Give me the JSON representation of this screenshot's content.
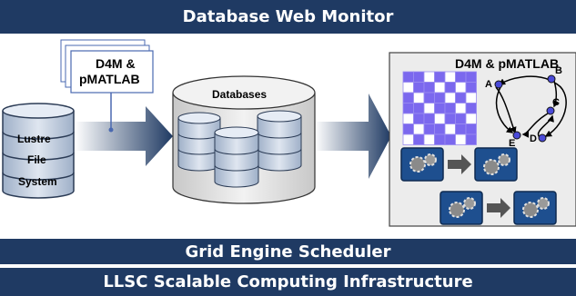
{
  "header": {
    "title": "Database Web Monitor"
  },
  "footer": {
    "scheduler": "Grid Engine Scheduler",
    "infrastructure": "LLSC Scalable Computing Infrastructure"
  },
  "storage": {
    "lines": [
      "Lustre",
      "File",
      "System"
    ]
  },
  "tools": {
    "line1": "D4M &",
    "line2": "pMATLAB"
  },
  "databases": {
    "label": "Databases"
  },
  "analysis": {
    "title": "D4M & pMATLAB",
    "graph_nodes": [
      "A",
      "B",
      "C",
      "D",
      "E"
    ]
  },
  "colors": {
    "banner": "#1f3a63",
    "arrow": "#1f3a63",
    "matrix_fill": "#7b68ee",
    "node": "#4a4ad8"
  }
}
